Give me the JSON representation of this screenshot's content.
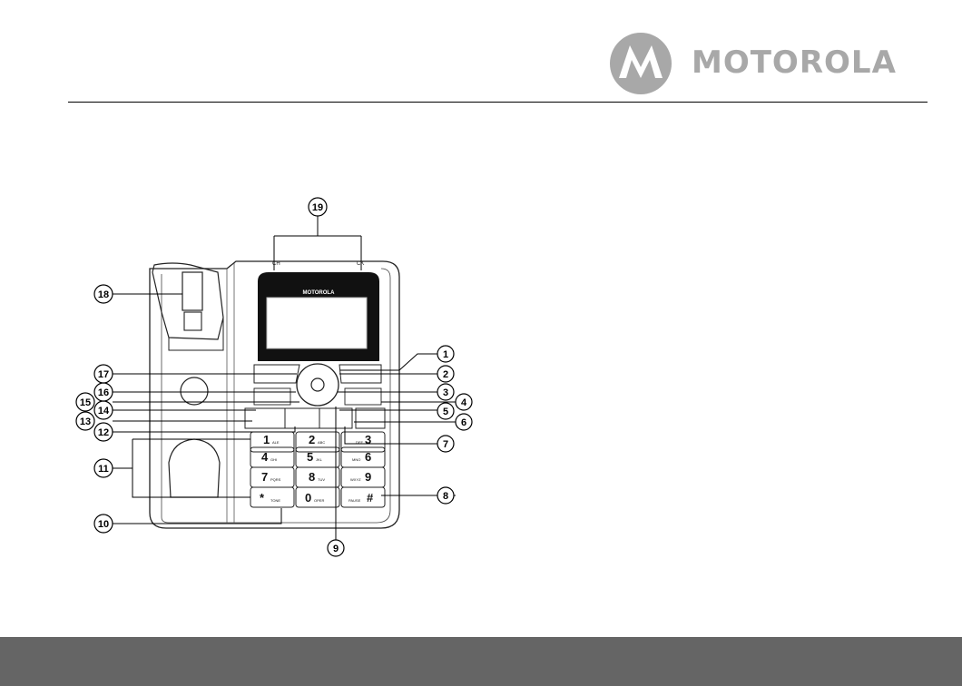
{
  "header": {
    "brand_name": "MOTOROLA",
    "logo_icon": "motorola-batwing-logo-icon",
    "brand_color": "#a8a8a8"
  },
  "phone": {
    "display_brand": "MOTOROLA",
    "display_left_label": "CH",
    "display_right_label": "CK",
    "keys": [
      {
        "digit": "1",
        "sub": "ALE"
      },
      {
        "digit": "2",
        "sub": "ABC"
      },
      {
        "digit": "3",
        "sub": "DEF"
      },
      {
        "digit": "4",
        "sub": "GHI"
      },
      {
        "digit": "5",
        "sub": "JKL"
      },
      {
        "digit": "6",
        "sub": "MNO"
      },
      {
        "digit": "7",
        "sub": "PQRS"
      },
      {
        "digit": "8",
        "sub": "TUV"
      },
      {
        "digit": "9",
        "sub": "WXYZ"
      },
      {
        "digit": "*",
        "sub": "TONE"
      },
      {
        "digit": "0",
        "sub": "OPER"
      },
      {
        "digit": "#",
        "sub": "PAUSE"
      }
    ]
  },
  "callouts": [
    "1",
    "2",
    "3",
    "4",
    "5",
    "6",
    "7",
    "8",
    "9",
    "10",
    "11",
    "12",
    "13",
    "14",
    "15",
    "16",
    "17",
    "18",
    "19"
  ],
  "colors": {
    "footer_band": "#656565",
    "rule": "#000000"
  }
}
